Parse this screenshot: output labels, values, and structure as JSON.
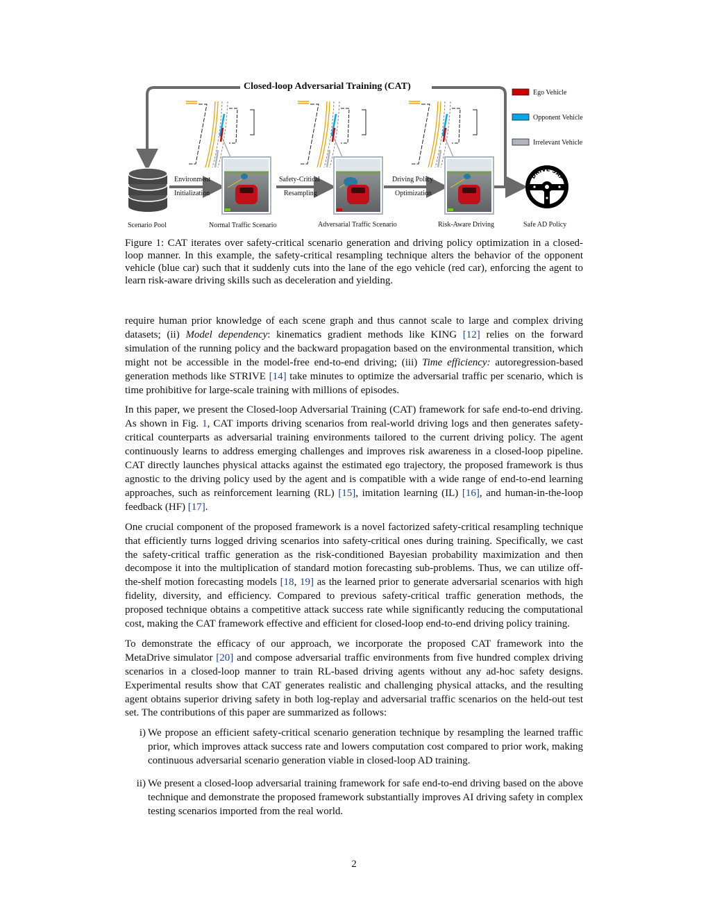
{
  "figure": {
    "title": "Closed-loop Adversarial Training (CAT)",
    "legend": [
      {
        "label": "Ego Vehicle",
        "color": "#cc0000"
      },
      {
        "label": "Opponent Vehicle",
        "color": "#00a8e8"
      },
      {
        "label": "Irrelevant Vehicle",
        "color": "#b0b4bc"
      }
    ],
    "arrow_labels": {
      "env_1": "Environment",
      "env_2": "Initialization",
      "sc_1": "Safety-Critical",
      "sc_2": "Resampling",
      "dp_1": "Driving Policy",
      "dp_2": "Optimization"
    },
    "stage_labels": {
      "pool": "Scenario Pool",
      "normal": "Normal Traffic Scenario",
      "adversarial": "Adversarial Traffic Scenario",
      "risk": "Risk-Aware Driving",
      "safe": "Safe AD Policy"
    },
    "wheel_text": "DRIVE SAFE",
    "icons": [
      "database-icon",
      "steering-wheel-icon"
    ]
  },
  "caption": [
    {
      "t": "Figure 1: CAT iterates over safety-critical scenario generation and driving policy optimization in a closed-loop manner. In this example, the safety-critical resampling technique alters the behavior of the opponent vehicle (blue car) such that it suddenly cuts into the lane of the ego vehicle (red car), enforcing the agent to learn risk-aware driving skills such as deceleration and yielding."
    }
  ],
  "paragraphs": [
    [
      {
        "t": "require human prior knowledge of each scene graph and thus cannot scale to large and complex driving datasets; (ii) "
      },
      {
        "t": "Model dependency",
        "k": "it"
      },
      {
        "t": ": kinematics gradient methods like KING "
      },
      {
        "t": "[12]",
        "k": "cite"
      },
      {
        "t": " relies on the forward simulation of the running policy and the backward propagation based on the environmental transition, which might not be accessible in the model-free end-to-end driving; (iii) "
      },
      {
        "t": "Time efficiency:",
        "k": "it"
      },
      {
        "t": " autoregression-based generation methods like STRIVE "
      },
      {
        "t": "[14]",
        "k": "cite"
      },
      {
        "t": " take minutes to optimize the adversarial traffic per scenario, which is time prohibitive for large-scale training with millions of episodes."
      }
    ],
    [
      {
        "t": "In this paper, we present the Closed-loop Adversarial Training (CAT) framework for safe end-to-end driving. As shown in Fig. "
      },
      {
        "t": "1",
        "k": "cite"
      },
      {
        "t": ", CAT imports driving scenarios from real-world driving logs and then generates safety-critical counterparts as adversarial training environments tailored to the current driving policy. The agent continuously learns to address emerging challenges and improves risk awareness in a closed-loop pipeline. CAT directly launches physical attacks against the estimated ego trajectory, the proposed framework is thus agnostic to the driving policy used by the agent and is compatible with a wide range of end-to-end learning approaches, such as reinforcement learning (RL) "
      },
      {
        "t": "[15]",
        "k": "cite"
      },
      {
        "t": ", imitation learning (IL) "
      },
      {
        "t": "[16]",
        "k": "cite"
      },
      {
        "t": ", and human-in-the-loop feedback (HF) "
      },
      {
        "t": "[17]",
        "k": "cite"
      },
      {
        "t": "."
      }
    ],
    [
      {
        "t": "One crucial component of the proposed framework is a novel factorized safety-critical resampling technique that efficiently turns logged driving scenarios into safety-critical ones during training. Specifically, we cast the safety-critical traffic generation as the risk-conditioned Bayesian probability maximization and then decompose it into the multiplication of standard motion forecasting sub-problems. Thus, we can utilize off-the-shelf motion forecasting models "
      },
      {
        "t": "[18",
        "k": "cite"
      },
      {
        "t": ", "
      },
      {
        "t": "19]",
        "k": "cite"
      },
      {
        "t": " as the learned prior to generate adversarial scenarios with high fidelity, diversity, and efficiency. Compared to previous safety-critical traffic generation methods, the proposed technique obtains a competitive attack success rate while significantly reducing the computational cost, making the CAT framework effective and efficient for closed-loop end-to-end driving policy training."
      }
    ],
    [
      {
        "t": "To demonstrate the efficacy of our approach, we incorporate the proposed CAT framework into the MetaDrive simulator "
      },
      {
        "t": "[20]",
        "k": "cite"
      },
      {
        "t": " and compose adversarial traffic environments from five hundred complex driving scenarios in a closed-loop manner to train RL-based driving agents without any ad-hoc safety designs. Experimental results show that CAT generates realistic and challenging physical attacks, and the resulting agent obtains superior driving safety in both log-replay and adversarial traffic scenarios on the held-out test set. The contributions of this paper are summarized as follows:"
      }
    ]
  ],
  "list": [
    {
      "num": "i)",
      "segs": [
        {
          "t": "We propose an efficient safety-critical scenario generation technique by resampling the learned traffic prior, which improves attack success rate and lowers computation cost compared to prior work, making continuous adversarial scenario generation viable in closed-loop AD training."
        }
      ]
    },
    {
      "num": "ii)",
      "segs": [
        {
          "t": "We present a closed-loop adversarial training framework for safe end-to-end driving based on the above technique and demonstrate the proposed framework substantially improves AI driving safety in complex testing scenarios imported from the real world."
        }
      ]
    }
  ],
  "page_number": "2"
}
